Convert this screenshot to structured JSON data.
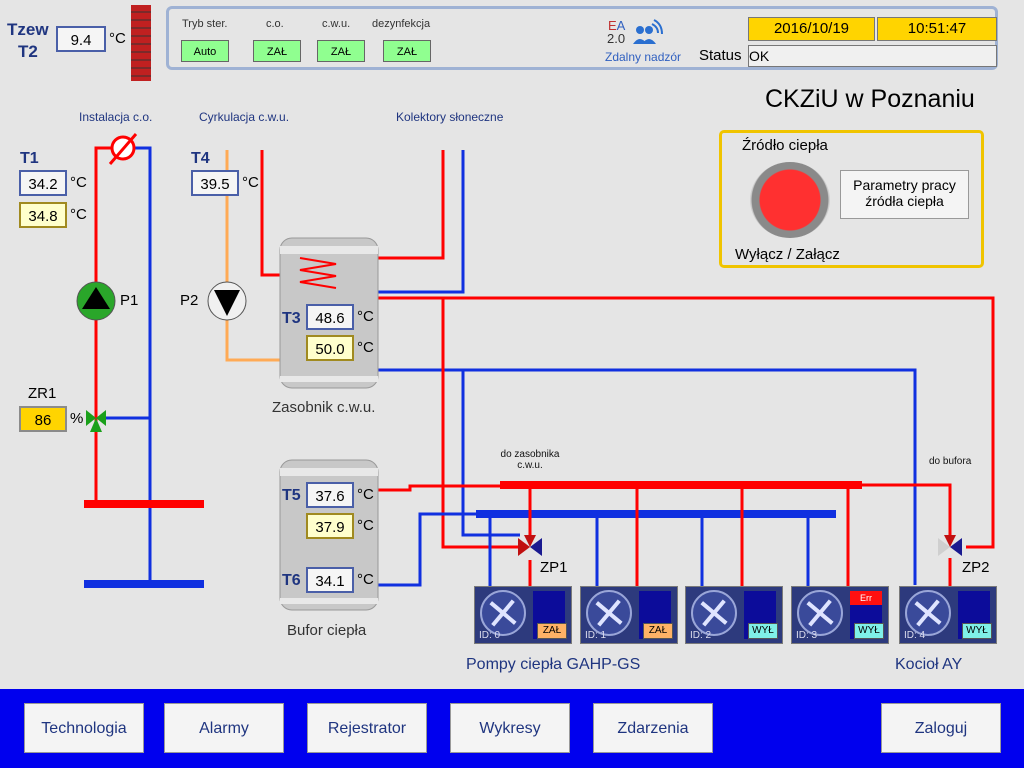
{
  "outdoor": {
    "label_top": "Tzew",
    "label_bottom": "T2",
    "value": "9.4",
    "unit": "°C"
  },
  "control": {
    "headers": {
      "mode": "Tryb ster.",
      "co": "c.o.",
      "cwu": "c.w.u.",
      "disinfection": "dezynfekcja"
    },
    "mode_value": "Auto",
    "co_value": "ZAŁ",
    "cwu_value": "ZAŁ",
    "disinfection_value": "ZAŁ"
  },
  "logo": {
    "brand_e": "E",
    "brand_a": "A",
    "version": "2.0",
    "remote_label": "Zdalny nadzór"
  },
  "datetime": {
    "date": "2016/10/19",
    "time": "10:51:47"
  },
  "status": {
    "label": "Status",
    "value": "OK"
  },
  "title": "CKZiU w Poznaniu",
  "labels": {
    "installation_co": "Instalacja c.o.",
    "circulation_cwu": "Cyrkulacja c.w.u.",
    "solar_collectors": "Kolektory słoneczne",
    "to_tank_line1": "do zasobnika",
    "to_tank_line2": "c.w.u.",
    "to_buffer": "do bufora",
    "tank_cwu": "Zasobnik c.w.u.",
    "buffer": "Bufor ciepła",
    "heat_pumps": "Pompy ciepła GAHP-GS",
    "boiler": "Kocioł AY"
  },
  "sensors": {
    "T1": {
      "label": "T1",
      "v1": "34.2",
      "v2": "34.8"
    },
    "T4": {
      "label": "T4",
      "v1": "39.5"
    },
    "T3": {
      "label": "T3",
      "v1": "48.6",
      "v2": "50.0"
    },
    "T5": {
      "label": "T5",
      "v1": "37.6",
      "v2": "37.9"
    },
    "T6": {
      "label": "T6",
      "v1": "34.1"
    },
    "unit": "°C"
  },
  "pumps": {
    "P1": "P1",
    "P2": "P2"
  },
  "valves": {
    "ZR1": "ZR1",
    "ZR1_value": "86",
    "ZR1_unit": "%",
    "ZP1": "ZP1",
    "ZP2": "ZP2"
  },
  "heat_source": {
    "title": "Źródło ciepła",
    "toggle_label": "Wyłącz / Załącz",
    "params_line1": "Parametry pracy",
    "params_line2": "źródła ciepła"
  },
  "units": [
    {
      "id": "ID: 0",
      "state": "ZAŁ"
    },
    {
      "id": "ID: 1",
      "state": "ZAŁ"
    },
    {
      "id": "ID: 2",
      "state": "WYŁ"
    },
    {
      "id": "ID: 3",
      "state": "WYŁ",
      "error": "Err"
    },
    {
      "id": "ID: 4",
      "state": "WYŁ"
    }
  ],
  "nav": {
    "technology": "Technologia",
    "alarms": "Alarmy",
    "recorder": "Rejestrator",
    "charts": "Wykresy",
    "events": "Zdarzenia",
    "login": "Zaloguj"
  },
  "colors": {
    "hot": "#ff0000",
    "cold": "#1030e0",
    "circulation": "#ffaa55",
    "nav_bar": "#0000ee"
  }
}
